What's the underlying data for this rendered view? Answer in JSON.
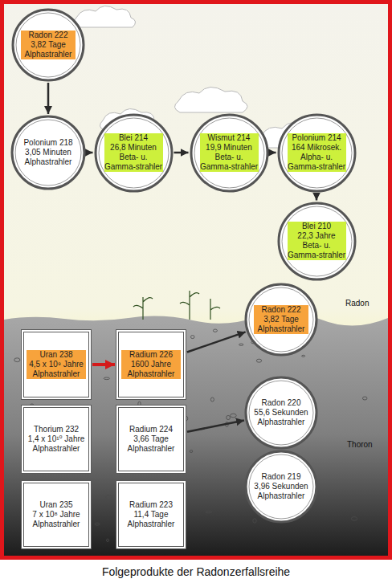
{
  "diagram": {
    "caption": "Folgeprodukte der Radonzerfallsreihe",
    "nodes": [
      {
        "text": [
          "Radon 222",
          "3,82 Tage",
          "Alphastrahler"
        ]
      },
      {
        "text": [
          "Polonium 218",
          "3,05 Minuten",
          "Alphastrahler"
        ]
      },
      {
        "text": [
          "Blei 214",
          "26,8 Minuten",
          "Beta- u. Gamma-strahler"
        ]
      },
      {
        "text": [
          "Wismut 214",
          "19,9 Minuten",
          "Beta- u. Gamma-strahler"
        ]
      },
      {
        "text": [
          "Polonium 214",
          "164 Mikrosek.",
          "Alpha- u. Gamma-strahler"
        ]
      },
      {
        "text": [
          "Blei 210",
          "22,3 Jahre",
          "Beta- u. Gamma-strahler"
        ]
      },
      {
        "text": [
          "Radon 222",
          "3,82 Tage",
          "Alphastrahler"
        ]
      },
      {
        "text": [
          "Uran 238",
          "4,5 x 10⁹ Jahre",
          "Alphastrahler"
        ]
      },
      {
        "text": [
          "Radium 226",
          "1600 Jahre",
          "Alphastrahler"
        ]
      },
      {
        "text": [
          "Thorium 232",
          "1,4 x 10¹⁰ Jahre",
          "Alphastrahler"
        ]
      },
      {
        "text": [
          "Radium 224",
          "3,66 Tage",
          "Alphastrahler"
        ]
      },
      {
        "text": [
          "Radon 220",
          "55,6 Sekunden",
          "Alphastrahler"
        ]
      },
      {
        "text": [
          "Uran 235",
          "7 x 10⁸ Jahre",
          "Alphastrahler"
        ]
      },
      {
        "text": [
          "Radium 223",
          "11,4 Tage",
          "Alphastrahler"
        ]
      },
      {
        "text": [
          "Radon 219",
          "3,96 Sekunden",
          "Alphastrahler"
        ]
      }
    ],
    "edges": [
      {
        "from": 0,
        "to": 1,
        "arrow": "to"
      },
      {
        "from": 1,
        "to": 2,
        "arrow": "to"
      },
      {
        "from": 2,
        "to": 3,
        "arrow": "to"
      },
      {
        "from": 3,
        "to": 4,
        "arrow": "to"
      },
      {
        "from": 4,
        "to": 5,
        "arrow": "to"
      },
      {
        "from": 7,
        "to": 8,
        "arrow": "to"
      },
      {
        "from": 8,
        "to": 6,
        "arrow": "to"
      },
      {
        "from": 10,
        "to": 11,
        "arrow": "to"
      }
    ],
    "labels": [
      "Radon",
      "Thoron"
    ]
  }
}
